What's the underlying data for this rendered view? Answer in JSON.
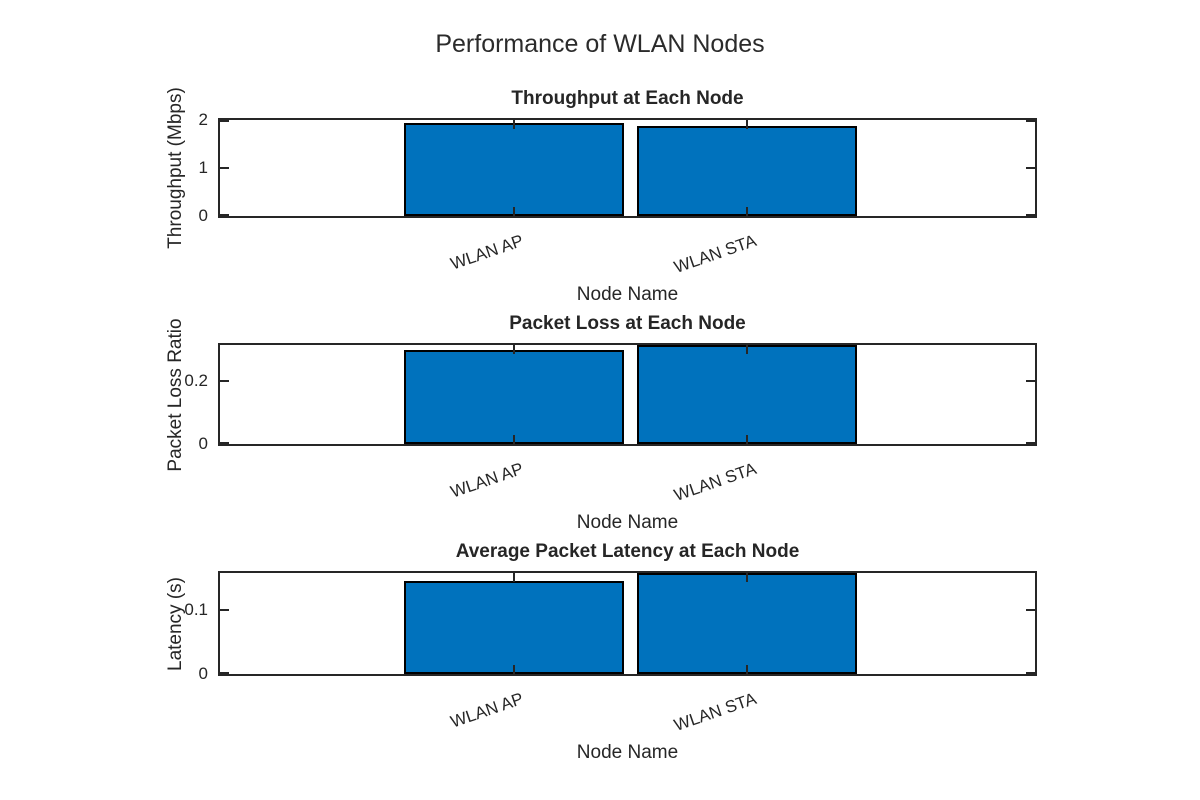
{
  "figure": {
    "title": "Performance of WLAN Nodes",
    "background": "#ffffff"
  },
  "colors": {
    "bar_fill": "#0072BD",
    "bar_edge": "#000000",
    "axis": "#262626",
    "text": "#262626"
  },
  "chart_data": [
    {
      "type": "bar",
      "title": "Throughput at Each Node",
      "xlabel": "Node Name",
      "ylabel": "Throughput (Mbps)",
      "categories": [
        "WLAN AP",
        "WLAN STA"
      ],
      "values": [
        1.93,
        1.88
      ],
      "ylim": [
        0,
        2
      ],
      "yticks": [
        0,
        1,
        2
      ],
      "grid": false,
      "legend": "none"
    },
    {
      "type": "bar",
      "title": "Packet Loss at Each Node",
      "xlabel": "Node Name",
      "ylabel": "Packet Loss Ratio",
      "categories": [
        "WLAN AP",
        "WLAN STA"
      ],
      "values": [
        0.297,
        0.312
      ],
      "ylim": [
        0,
        0.312
      ],
      "yticks": [
        0,
        0.2
      ],
      "grid": false,
      "legend": "none"
    },
    {
      "type": "bar",
      "title": "Average Packet Latency at Each Node",
      "xlabel": "Node Name",
      "ylabel": "Latency (s)",
      "categories": [
        "WLAN AP",
        "WLAN STA"
      ],
      "values": [
        0.144,
        0.157
      ],
      "ylim": [
        0,
        0.157
      ],
      "yticks": [
        0,
        0.1
      ],
      "grid": false,
      "legend": "none"
    }
  ]
}
